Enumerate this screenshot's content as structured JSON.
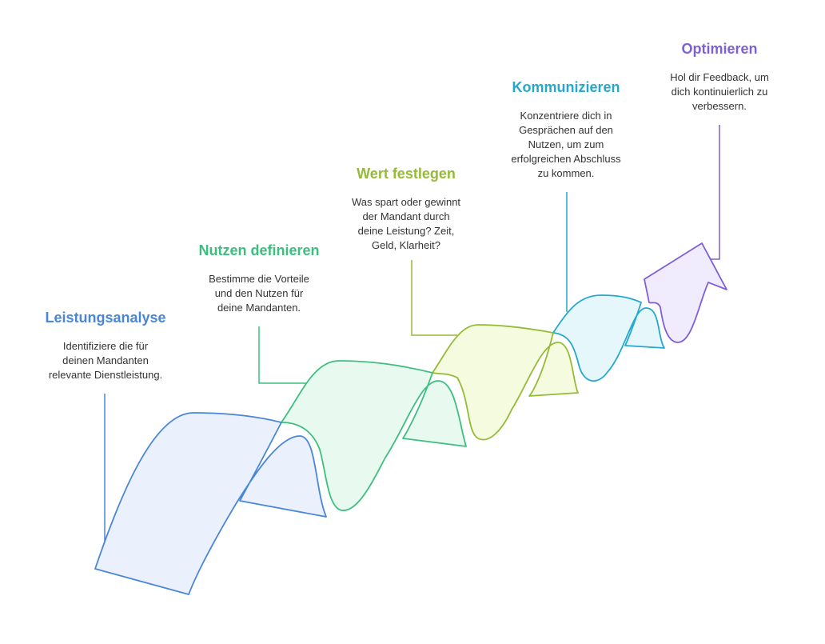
{
  "colors": {
    "step1": "#4a86d8",
    "step2": "#3cbf7e",
    "step3": "#95bb36",
    "step4": "#25a8cc",
    "step5": "#7e5fd6"
  },
  "steps": [
    {
      "title": "Leistungsanalyse",
      "lines": [
        "Identifiziere die für",
        "deinen Mandanten",
        "relevante Dienstleistung."
      ]
    },
    {
      "title": "Nutzen definieren",
      "lines": [
        "Bestimme die Vorteile",
        "und den Nutzen für",
        "deine Mandanten."
      ]
    },
    {
      "title": "Wert festlegen",
      "lines": [
        "Was spart oder gewinnt",
        "der Mandant durch",
        "deine Leistung? Zeit,",
        "Geld, Klarheit?"
      ]
    },
    {
      "title": "Kommunizieren",
      "lines": [
        "Konzentriere dich in",
        "Gesprächen auf den",
        "Nutzen, um zum",
        "erfolgreichen Abschluss",
        "zu kommen."
      ]
    },
    {
      "title": "Optimieren",
      "lines": [
        "Hol dir Feedback, um",
        "dich kontinuierlich zu",
        "verbessern."
      ]
    }
  ]
}
